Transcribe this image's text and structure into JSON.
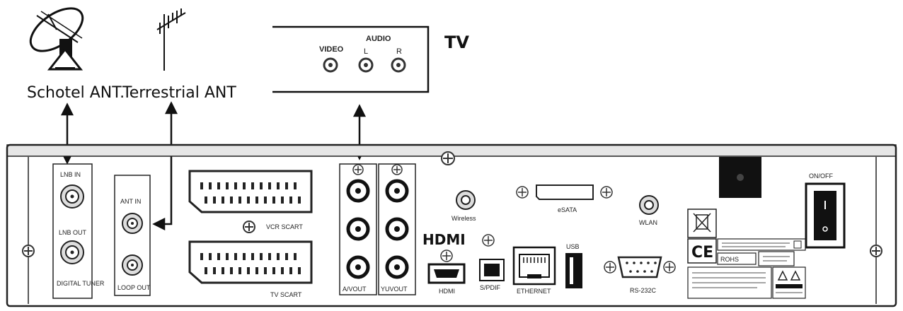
{
  "external": {
    "satellite_label": "Schotel ANT.",
    "terrestrial_label": "Terrestrial ANT",
    "tv_label": "TV",
    "tv_video": "VIDEO",
    "tv_audio": "AUDIO",
    "tv_l": "L",
    "tv_r": "R"
  },
  "rear_panel": {
    "lnb_in": "LNB IN",
    "lnb_out": "LNB OUT",
    "digital_tuner": "DIGITAL TUNER",
    "ant_in": "ANT IN",
    "loop_out": "LOOP OUT",
    "vcr_scart": "VCR SCART",
    "tv_scart": "TV SCART",
    "av_out": "A/VOUT",
    "yuv_out": "YUVOUT",
    "wireless": "Wireless",
    "esata": "eSATA",
    "wlan": "WLAN",
    "hdmi_logo": "HDMI",
    "hdmi": "HDMI",
    "spdif": "S/PDIF",
    "ethernet": "ETHERNET",
    "usb": "USB",
    "rs232c": "RS-232C",
    "onoff": "ON/OFF",
    "ce": "CE",
    "rohs": "ROHS"
  }
}
